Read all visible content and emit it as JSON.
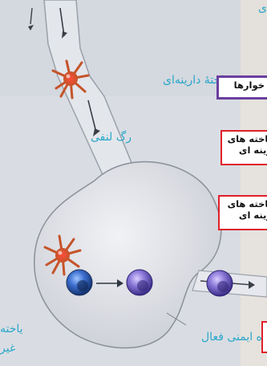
{
  "labels": {
    "top_fragment": "ی",
    "dendritic_cell": "یاختهٔ دارینه‌ای",
    "lymph_vessel": "رگ لنفی",
    "active_immune_cell": "ه ایمنی فعال",
    "left_fragment_1": "یاخته",
    "left_fragment_2": "غیر"
  },
  "boxes": {
    "box1": "خوارها",
    "box2_line1": "یاخته های",
    "box2_line2": "رینه ای",
    "box3_line1": "یاخته های",
    "box3_line2": "رینه ای",
    "box4": ""
  },
  "colors": {
    "red_border": "#e0202a",
    "purple_border": "#6b3fa0",
    "label_cyan": "#2aa7c9",
    "node_fill": "#d8dbe2",
    "dendritic_cell": "#c5542a"
  }
}
